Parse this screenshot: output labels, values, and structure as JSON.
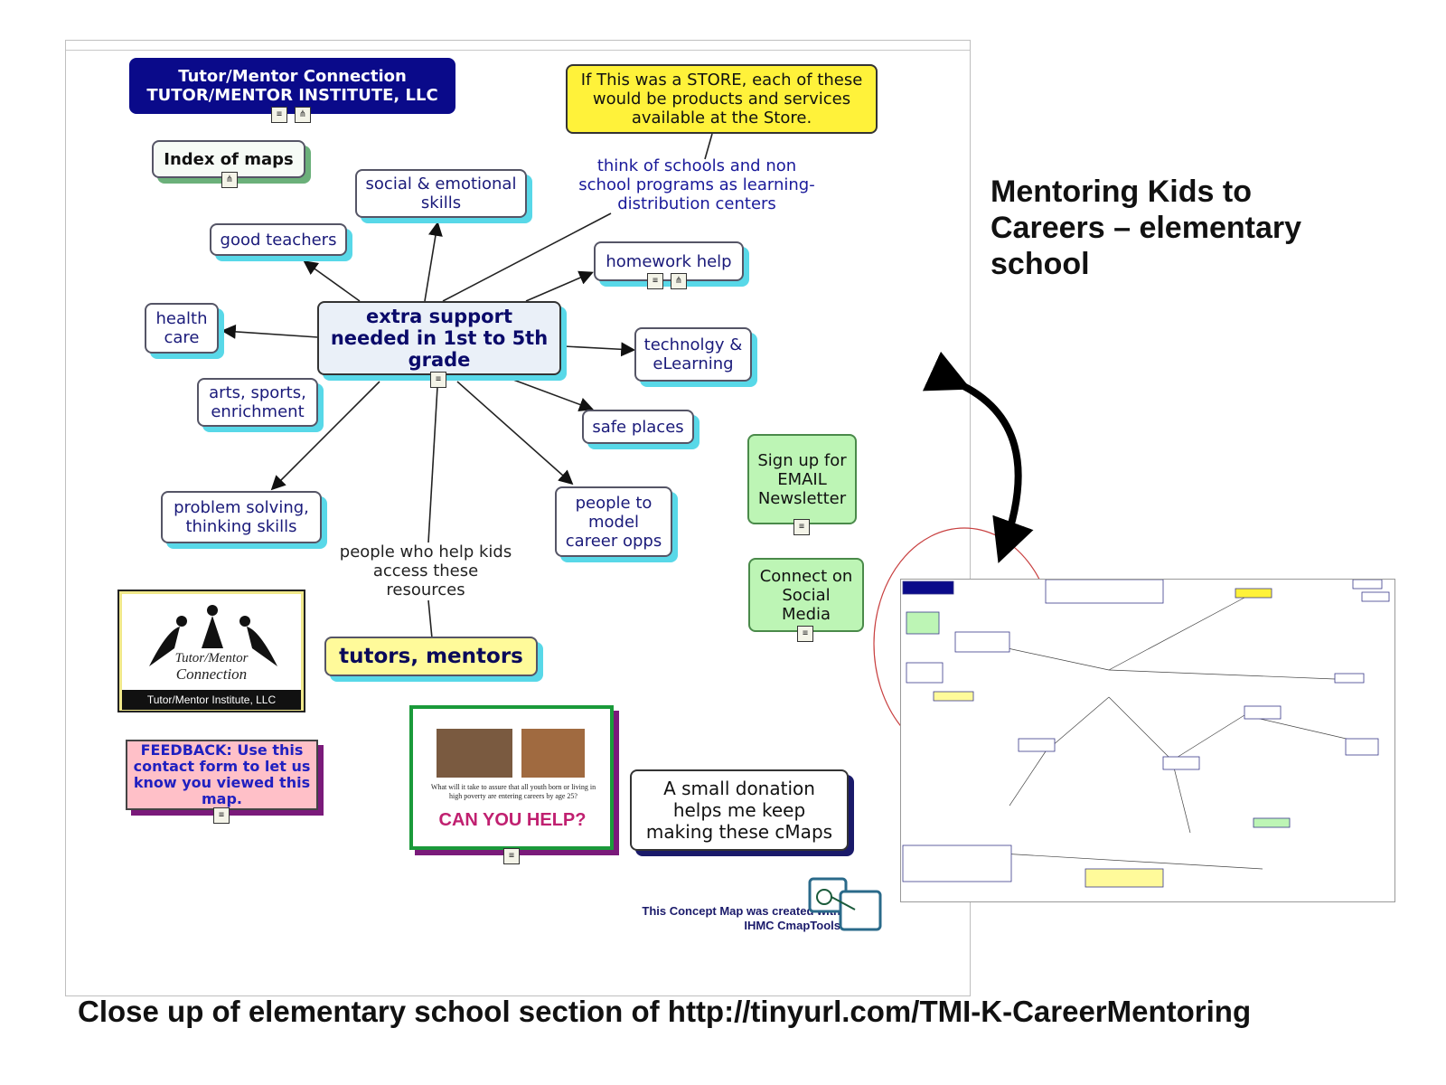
{
  "title": "Mentoring Kids to Careers – elementary school",
  "caption": "Close up of elementary  school section of  http://tinyurl.com/TMI-K-CareerMentoring",
  "map": {
    "header_line1": "Tutor/Mentor Connection",
    "header_line2": "TUTOR/MENTOR INSTITUTE, LLC",
    "store_note": "If This was a STORE, each of these would be products and services available at the Store.",
    "schools_note": "think of schools and non school programs as learning-distribution centers",
    "index": "Index of maps",
    "social": "social & emotional skills",
    "teachers": "good teachers",
    "homework": "homework help",
    "health": "health care",
    "center": "extra support needed in 1st to 5th grade",
    "tech": "technolgy & eLearning",
    "arts": "arts, sports, enrichment",
    "safe": "safe places",
    "problem": "problem solving, thinking skills",
    "people": "people to model career opps",
    "helpers": "people who help kids access these resources",
    "tutors": "tutors, mentors",
    "signup": "Sign up for EMAIL Newsletter",
    "social_media": "Connect on Social Media",
    "feedback": "FEEDBACK: Use this contact form to let us know you viewed this map.",
    "donation": "A small donation helps me keep making these cMaps",
    "logo_line1": "Tutor/Mentor",
    "logo_line2": "Connection",
    "logo_footer": "Tutor/Mentor Institute, LLC",
    "flyer_question": "What will it take to assure that all youth born or living in high poverty are entering careers by age 25?",
    "flyer_headline": "CAN YOU HELP?",
    "credit_line1": "This Concept Map was created with",
    "credit_line2": "IHMC CmapTools"
  },
  "colors": {
    "header": "#0a0a8a",
    "note_yellow": "#fff23a",
    "green_box": "#bdf5b5",
    "shadow_cyan": "#58d8e8",
    "feedback_pink": "#ffc0c8"
  }
}
